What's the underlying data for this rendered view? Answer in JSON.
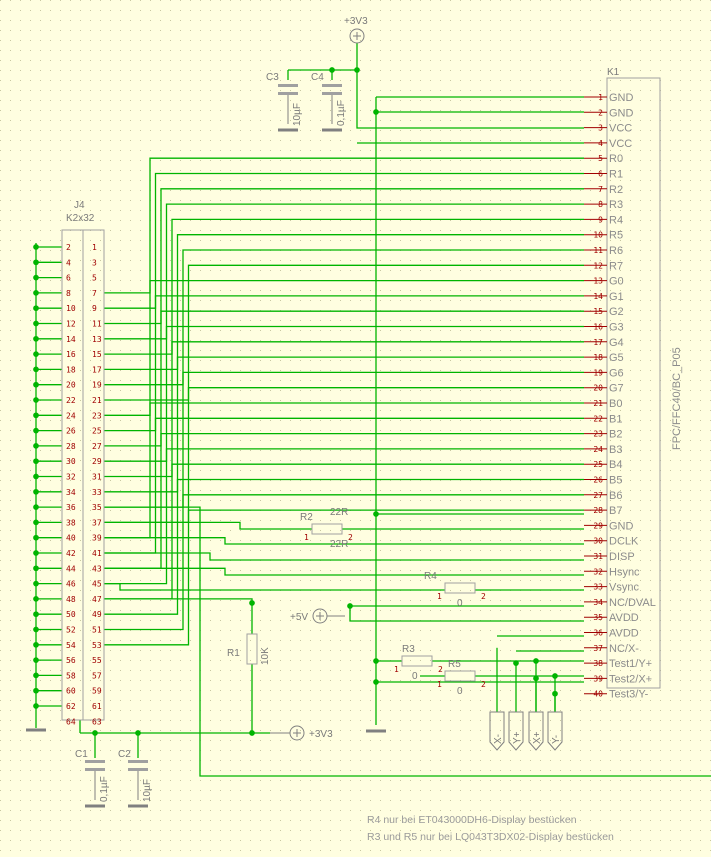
{
  "supply": {
    "top": "+3V3",
    "left": "+5V",
    "bottom": "+3V3"
  },
  "capacitors": [
    {
      "name": "C3",
      "value": "10µF"
    },
    {
      "name": "C4",
      "value": "0,1µF"
    },
    {
      "name": "C1",
      "value": "0,1µF"
    },
    {
      "name": "C2",
      "value": "10µF"
    }
  ],
  "resistors": [
    {
      "name": "R1",
      "value": "10K"
    },
    {
      "name": "R2",
      "value": "22R"
    },
    {
      "name": "R3",
      "value": "0"
    },
    {
      "name": "R4",
      "value": "0"
    },
    {
      "name": "R5",
      "value": "0"
    }
  ],
  "connector_k1": {
    "name": "K1",
    "part": "FPC/FFC40/BC_P05",
    "signals": [
      "GND",
      "GND",
      "VCC",
      "VCC",
      "R0",
      "R1",
      "R2",
      "R3",
      "R4",
      "R5",
      "R6",
      "R7",
      "G0",
      "G1",
      "G2",
      "G3",
      "G4",
      "G5",
      "G6",
      "G7",
      "B0",
      "B1",
      "B2",
      "B3",
      "B4",
      "B5",
      "B6",
      "B7",
      "GND",
      "DCLK",
      "DISP",
      "Hsync",
      "Vsync",
      "NC/DVAL",
      "AVDD",
      "AVDD",
      "NC/X-",
      "Test1/Y+",
      "Test2/X+",
      "Test3/Y-"
    ]
  },
  "connector_j4": {
    "name": "J4",
    "part": "K2x32",
    "pins": 64
  },
  "test_points": [
    "X-",
    "Y+",
    "X+",
    "Y-"
  ],
  "notes": [
    "R4 nur bei ET043000DH6-Display bestücken",
    "R3 und R5 nur bei LQ043T3DX02-Display bestücken"
  ]
}
